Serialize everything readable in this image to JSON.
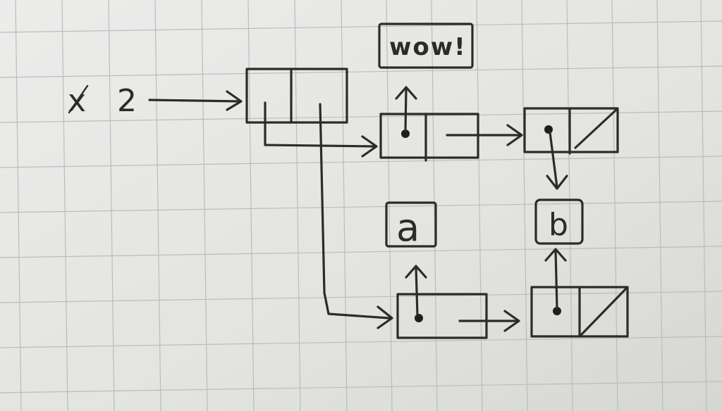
{
  "labels": {
    "variable_name": "x",
    "variable_value": "2",
    "note_wow": "wow!",
    "cell_a": "a",
    "cell_b": "b"
  },
  "colors": {
    "paper": "#e4e4e0",
    "grid": "#b9bdc2",
    "ink": "#2b2b2b"
  }
}
